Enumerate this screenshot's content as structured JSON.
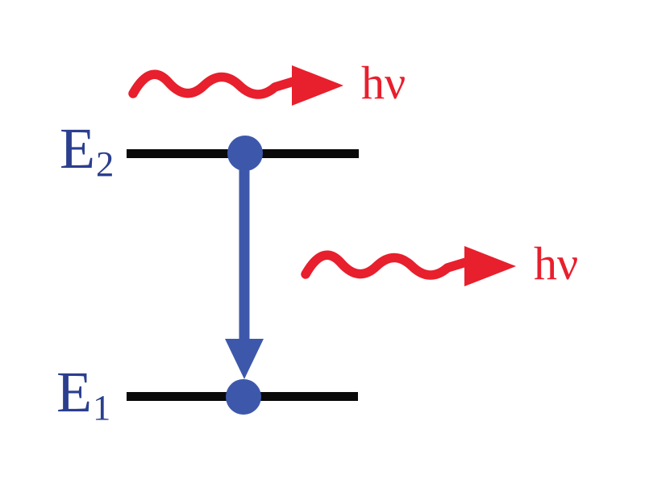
{
  "colors": {
    "background": "#ffffff",
    "red": "#e81f2d",
    "blue": "#3d58ab",
    "blue_text": "#2b3f8e",
    "black": "#0a0a0a"
  },
  "labels": {
    "upper_level": {
      "symbol": "E",
      "subscript": "2"
    },
    "lower_level": {
      "symbol": "E",
      "subscript": "1"
    },
    "incident_photon": "hν",
    "emitted_photon": "hν"
  },
  "diagram": {
    "type": "energy-level-transition",
    "levels": [
      {
        "name": "E2",
        "position": "upper"
      },
      {
        "name": "E1",
        "position": "lower"
      }
    ],
    "transition": {
      "from": "E2",
      "to": "E1",
      "direction": "downward"
    },
    "photons": [
      {
        "label": "hν",
        "location": "above-upper-level",
        "direction": "right"
      },
      {
        "label": "hν",
        "location": "right-of-transition",
        "direction": "right"
      }
    ]
  }
}
